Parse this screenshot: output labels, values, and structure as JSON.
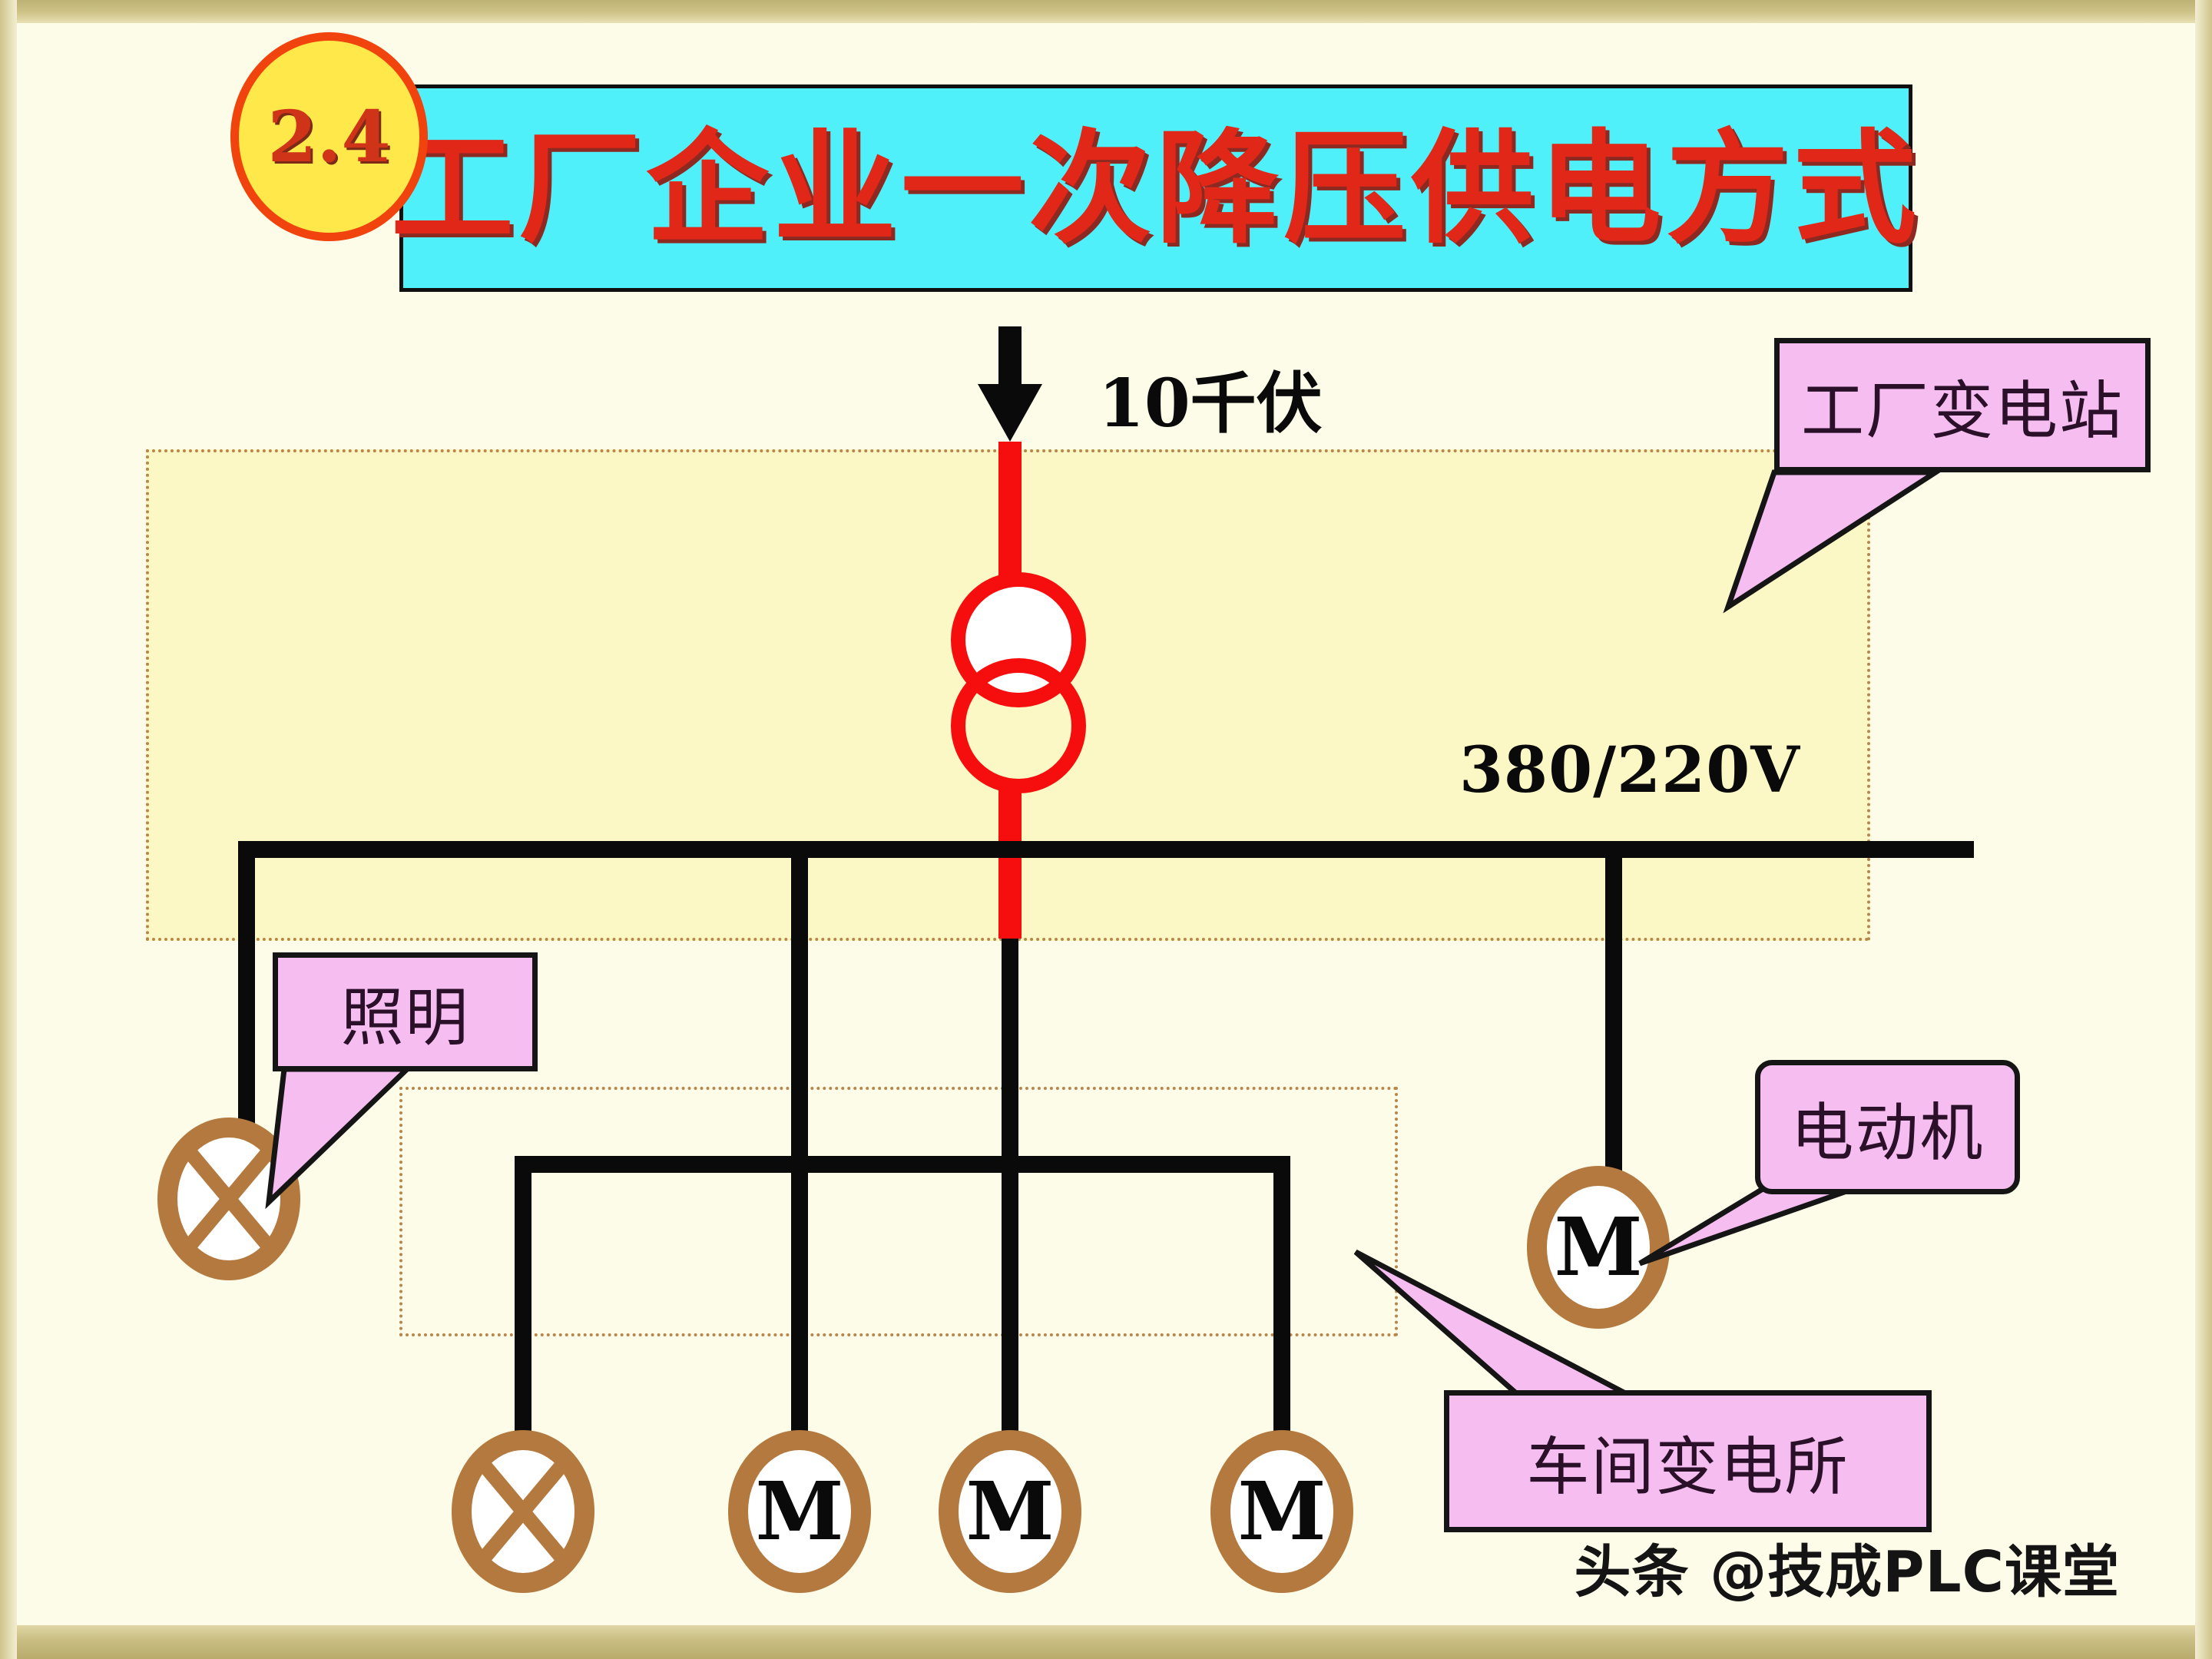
{
  "slide": {
    "section_number": "2.4",
    "title": "工厂企业一次降压供电方式",
    "watermark": "头条 @技成PLC课堂"
  },
  "labels": {
    "incoming_voltage": "10千伏",
    "bus_voltage": "380/220V"
  },
  "callouts": {
    "factory_substation": "工厂变电站",
    "lighting": "照明",
    "motor": "电动机",
    "workshop_substation": "车间变电所"
  },
  "devices": {
    "motor_symbol": "M",
    "lamp_symbol": "X",
    "main_motor": "M",
    "branch_motor_1": "M",
    "branch_motor_2": "M",
    "branch_motor_3": "M"
  },
  "colors": {
    "title_text": "#e02718",
    "title_background": "#4ff0fa",
    "badge_fill": "#ffe94a",
    "badge_border": "#f0430d",
    "hv_wire": "#f60d0d",
    "lv_wire": "#0a0a0a",
    "device_ring": "#b4793f",
    "callout_fill": "#f6bdf0",
    "zone_fill": "#faf5b2",
    "zone_border": "#b8864a",
    "page_background": "#fdfce8"
  }
}
